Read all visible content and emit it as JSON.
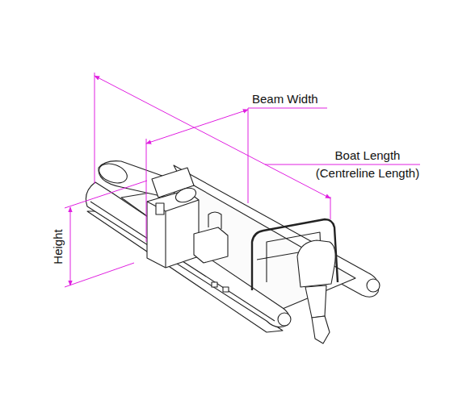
{
  "diagram": {
    "labels": [
      "Beam Width",
      "Boat Length (Centreline Length)",
      "Height"
    ]
  }
}
